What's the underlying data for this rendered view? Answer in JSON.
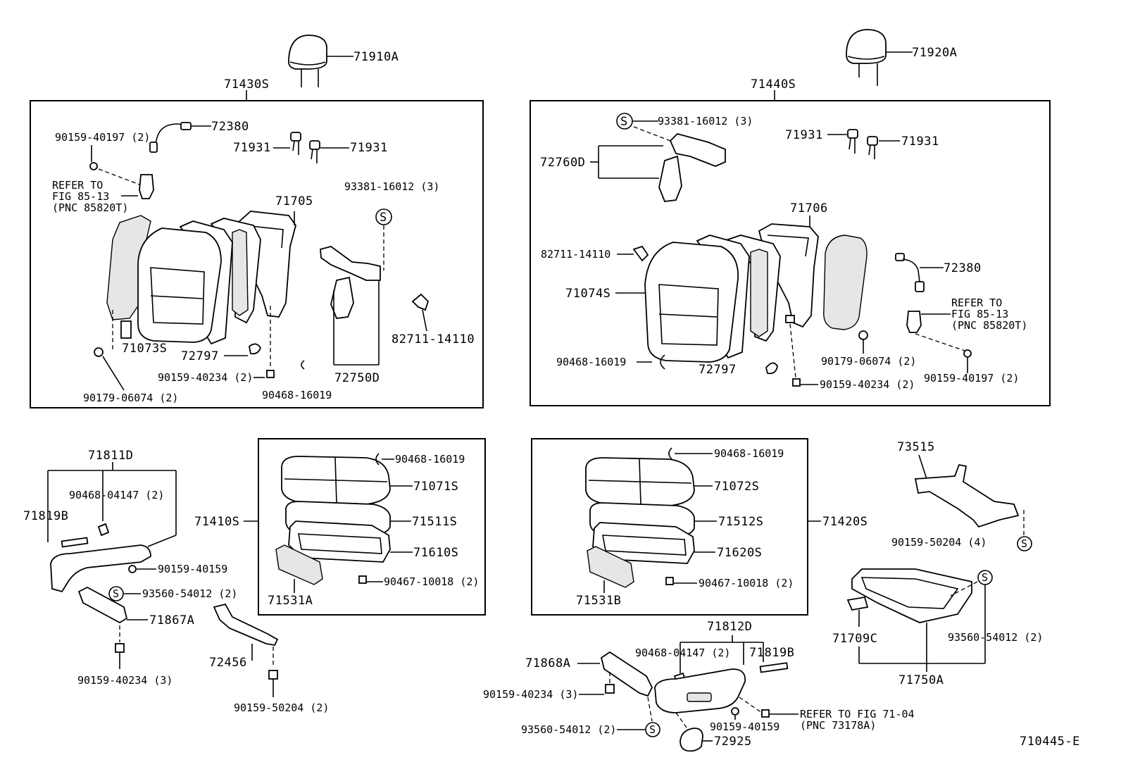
{
  "diagram": {
    "ref": "710445-E",
    "part_labels": {
      "p71910A": "71910A",
      "p71920A": "71920A",
      "p71430S": "71430S",
      "p71440S": "71440S",
      "p72380_l": "72380",
      "p90159_40197_l": "90159-40197 (2)",
      "p71931_l1": "71931",
      "p71931_l2": "71931",
      "refer_l1": "REFER TO",
      "refer_l2": "FIG 85-13",
      "refer_l3": "(PNC 85820T)",
      "p93381_l": "93381-16012 (3)",
      "p71705": "71705",
      "p82711_l": "82711-14110",
      "p71073S": "71073S",
      "p72797_l": "72797",
      "p90159_40234_l": "90159-40234 (2)",
      "p90468_16019_l": "90468-16019",
      "p72750D": "72750D",
      "p90179_l": "90179-06074 (2)",
      "p93381_r": "93381-16012 (3)",
      "p71931_r1": "71931",
      "p71931_r2": "71931",
      "p72760D": "72760D",
      "p71706": "71706",
      "p82711_r": "82711-14110",
      "p72380_r": "72380",
      "p71074S": "71074S",
      "refer_r1": "REFER TO",
      "refer_r2": "FIG 85-13",
      "refer_r3": "(PNC 85820T)",
      "p90468_16019_r": "90468-16019",
      "p72797_r": "72797",
      "p90179_r": "90179-06074 (2)",
      "p90159_40234_r": "90159-40234 (2)",
      "p90159_40197_r": "90159-40197 (2)",
      "p71811D": "71811D",
      "p90468_04147_l": "90468-04147 (2)",
      "p71819B_l": "71819B",
      "p90159_40159_l": "90159-40159",
      "p93560_l": "93560-54012 (2)",
      "p71867A": "71867A",
      "p90159_40234_3l": "90159-40234 (3)",
      "p72456": "72456",
      "p90159_50204_2": "90159-50204 (2)",
      "p90468_16019_c1": "90468-16019",
      "p71071S": "71071S",
      "p71410S": "71410S",
      "p71511S": "71511S",
      "p71610S": "71610S",
      "p90467_c1": "90467-10018 (2)",
      "p71531A": "71531A",
      "p90468_16019_c2": "90468-16019",
      "p71072S": "71072S",
      "p71512S": "71512S",
      "p71420S": "71420S",
      "p71620S": "71620S",
      "p90467_c2": "90467-10018 (2)",
      "p71531B": "71531B",
      "p73515": "73515",
      "p90159_50204_4": "90159-50204 (4)",
      "p71812D": "71812D",
      "p90468_04147_r": "90468-04147 (2)",
      "p71819B_r": "71819B",
      "p71868A": "71868A",
      "p90159_40234_3r": "90159-40234 (3)",
      "p93560_r": "93560-54012 (2)",
      "p72925": "72925",
      "p90159_40159_r": "90159-40159",
      "refer_71_1": "REFER TO FIG 71-04",
      "refer_71_2": "(PNC 73178A)",
      "p71709C": "71709C",
      "p93560_rr": "93560-54012 (2)",
      "p71750A": "71750A",
      "s_symbol": "S"
    }
  }
}
